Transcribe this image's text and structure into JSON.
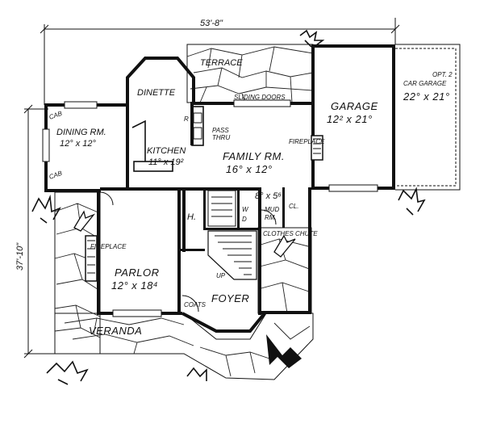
{
  "dimensions": {
    "width": "53'-8\"",
    "depth": "37'-10\""
  },
  "rooms": {
    "terrace": "TERRACE",
    "dinette": "DINETTE",
    "sliding_doors": "SLIDING DOORS",
    "garage_name": "GARAGE",
    "garage_size": "12² x 21°",
    "opt_garage_1": "OPT. 2",
    "opt_garage_2": "CAR GARAGE",
    "opt_garage_size": "22° x 21°",
    "dining_name": "DINING RM.",
    "dining_size": "12° x 12°",
    "cab_top": "CAB",
    "cab_bottom": "CAB",
    "pass_1": "PASS",
    "pass_2": "THRU",
    "kitchen_name": "KITCHEN",
    "kitchen_size": "11° x 19²",
    "family_name": "FAMILY RM.",
    "family_size": "16° x 12°",
    "fireplace_family": "FIREPLACE",
    "mud_size": "8° x 5⁶",
    "mud_1": "MUD",
    "mud_2": "RM.",
    "closet": "CL.",
    "hall": "H.",
    "clothes_chute": "CLOTHES CHUTE",
    "fireplace_parlor": "FIREPLACE",
    "parlor_name": "PARLOR",
    "parlor_size": "12° x 18⁴",
    "coats": "COATS",
    "foyer": "FOYER",
    "veranda": "VERANDA",
    "up": "UP",
    "r": "R",
    "w": "W",
    "d": "D"
  }
}
